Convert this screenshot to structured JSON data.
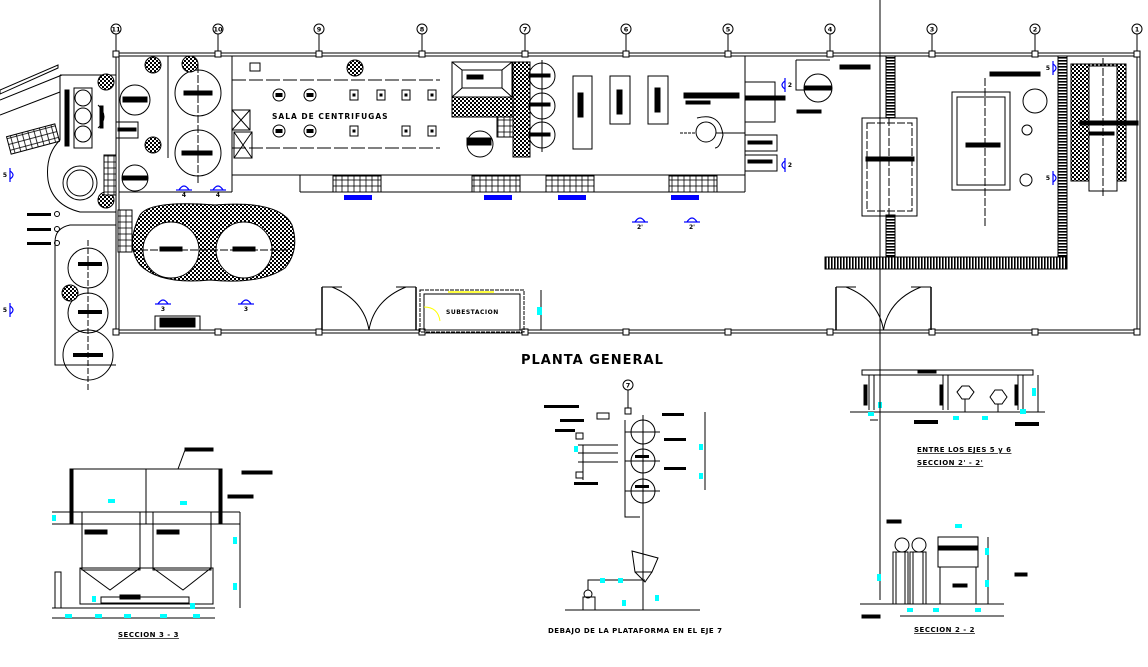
{
  "drawing": {
    "type": "CAD architectural plan",
    "background_color": "#ffffff",
    "line_color": "#000000",
    "accent_colors": {
      "section_markers": "#0000ff",
      "dimension_tags": "#00ffff",
      "substation_highlight": "#ffff00",
      "leader_lines": "#004040"
    }
  },
  "main_plan": {
    "title": "PLANTA GENERAL",
    "grid_axes": [
      "11",
      "10",
      "9",
      "8",
      "7",
      "6",
      "5",
      "4",
      "3",
      "2",
      "1"
    ],
    "rooms": {
      "centrifuge_room": "SALA DE CENTRIFUGAS",
      "substation": "SUBESTACION"
    },
    "section_markers": [
      {
        "label": "4",
        "count": 2
      },
      {
        "label": "3",
        "count": 2
      },
      {
        "label": "2'",
        "count": 2
      },
      {
        "label": "2",
        "count": 2
      },
      {
        "label": "5",
        "count": 4
      }
    ]
  },
  "details": [
    {
      "id": "seccion-3-3",
      "caption": "SECCION 3 - 3"
    },
    {
      "id": "eje-7",
      "caption": "DEBAJO DE LA PLATAFORMA EN EL EJE 7",
      "axis_bubble": "7"
    },
    {
      "id": "seccion-2p-2p",
      "caption_line1": "ENTRE LOS EJES 5 y 6",
      "caption_line2": "SECCION 2' - 2'"
    },
    {
      "id": "seccion-2-2",
      "caption": "SECCION 2 - 2"
    }
  ]
}
